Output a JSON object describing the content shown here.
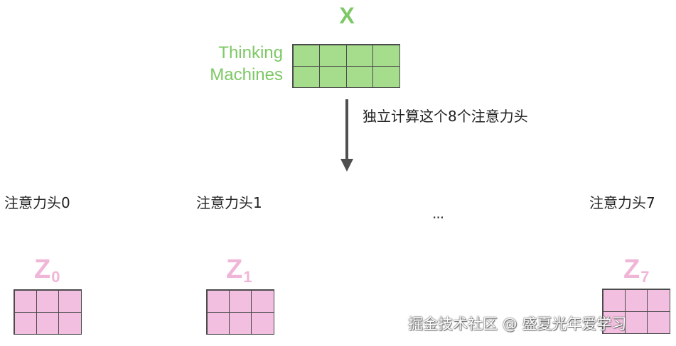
{
  "input": {
    "symbol": "X",
    "words": [
      "Thinking",
      "Machines"
    ]
  },
  "arrow_caption": "独立计算这个8个注意力头",
  "heads": [
    {
      "label": "注意力头0",
      "z_symbol": "Z",
      "z_subscript": "0"
    },
    {
      "label": "注意力头1",
      "z_symbol": "Z",
      "z_subscript": "1"
    },
    {
      "label": "注意力头7",
      "z_symbol": "Z",
      "z_subscript": "7"
    }
  ],
  "ellipsis": "...",
  "watermark": "掘金技术社区 @ 盛夏光年爱学习",
  "colors": {
    "input_green": "#7dc865",
    "input_cell_fill": "#a6dd8d",
    "output_pink": "#f0b6d7",
    "output_cell_fill": "#f3bfe0",
    "arrow": "#4f4f4f"
  }
}
